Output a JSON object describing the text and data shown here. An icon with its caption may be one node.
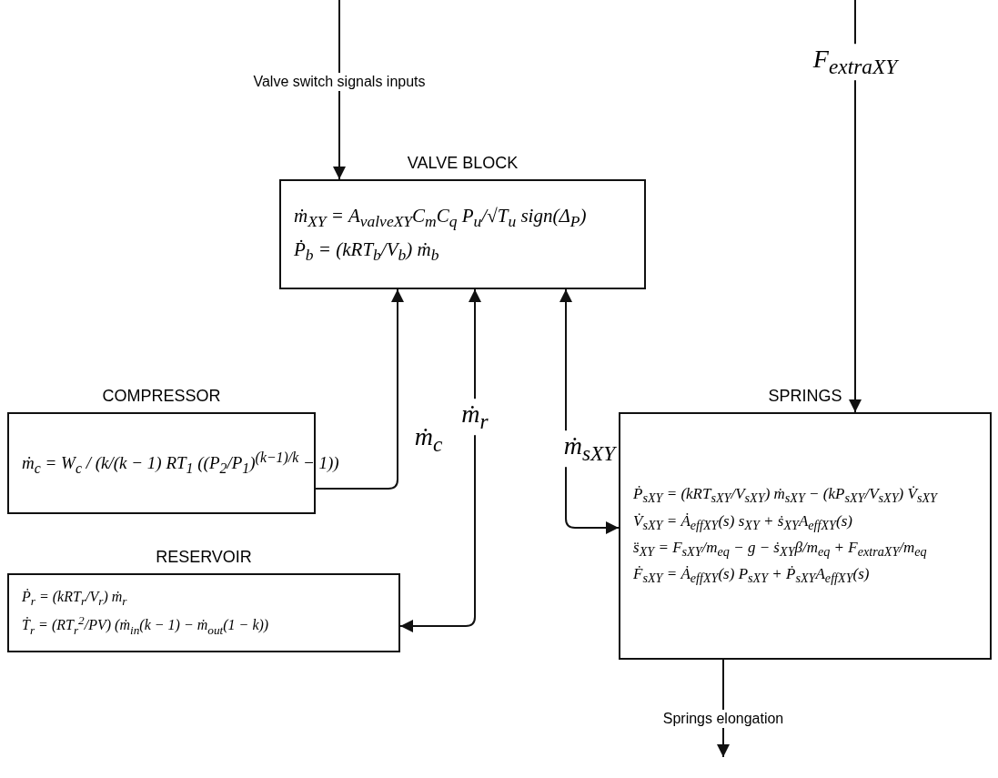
{
  "diagram": {
    "nodes": [
      {
        "text": [
          "VALVE BLOCK",
          "ṁ$_{XY}$ = A$_{valveXY}$C$_{m}$C$_{q}$ P$_{u}$/√T$_{u}$ sign(Δ$_{P}$)",
          "Ṗ$_{b}$ = (kRT$_{b}$/V$_{b}$) ṁ$_{b}$"
        ]
      },
      {
        "text": [
          "COMPRESSOR",
          "ṁ$_{c}$ = W$_{c}$ / (k/(k − 1) RT$_{1}$ ((P$_{2}$/P$_{1}$)$^{(k−1)/k}$ − 1))"
        ]
      },
      {
        "text": [
          "RESERVOIR",
          "Ṗ$_{r}$ = (kRT$_{r}$/V$_{r}$) ṁ$_{r}$",
          "Ṫ$_{r}$ = (RT$_{r}$$^{2}$/PV) (ṁ$_{in}$(k − 1) − ṁ$_{out}$(1 − k))"
        ]
      },
      {
        "text": [
          "SPRINGS",
          "Ṗ$_{sXY}$ = (kRT$_{sXY}$/V$_{sXY}$) ṁ$_{sXY}$ − (kP$_{sXY}$/V$_{sXY}$) V̇$_{sXY}$",
          "V̇$_{sXY}$ = Ȧ$_{effXY}$(s) s$_{XY}$ + ṡ$_{XY}$A$_{effXY}$(s)",
          "s̈$_{XY}$ = F$_{sXY}$/m$_{eq}$ − g − ṡ$_{XY}$β/m$_{eq}$ + F$_{extraXY}$/m$_{eq}$",
          "Ḟ$_{sXY}$ = Ȧ$_{effXY}$(s) P$_{sXY}$ + Ṗ$_{sXY}$A$_{effXY}$(s)"
        ]
      }
    ],
    "edges": [
      {
        "from": null,
        "to": 0,
        "arrow": "to",
        "label": "Valve switch signals inputs"
      },
      {
        "from": null,
        "to": 3,
        "arrow": "to",
        "label": "F$_{extraXY}$"
      },
      {
        "from": 1,
        "to": 0,
        "arrow": "to",
        "label": "ṁ$_{c}$"
      },
      {
        "from": 0,
        "to": 2,
        "arrow": "both",
        "label": "ṁ$_{r}$"
      },
      {
        "from": 0,
        "to": 3,
        "arrow": "both",
        "label": "ṁ$_{sXY}$"
      },
      {
        "from": 3,
        "to": null,
        "arrow": "to",
        "label": "Springs elongation"
      }
    ]
  }
}
